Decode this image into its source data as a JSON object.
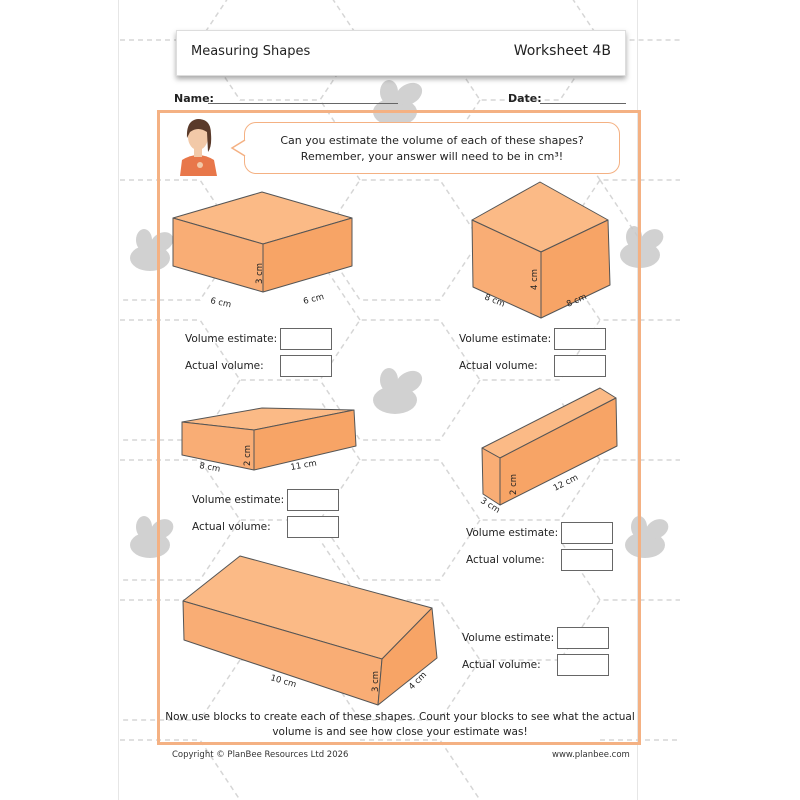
{
  "header": {
    "title": "Measuring Shapes",
    "worksheet": "Worksheet 4B"
  },
  "fields": {
    "name_label": "Name:",
    "date_label": "Date:"
  },
  "prompt": {
    "line1": "Can you estimate the volume of each of these shapes?",
    "line2": "Remember, your answer will need to be in cm³!"
  },
  "labels": {
    "volume_estimate": "Volume estimate:",
    "actual_volume": "Actual volume:"
  },
  "shapes": [
    {
      "dims": [
        "6 cm",
        "6 cm",
        "3 cm"
      ]
    },
    {
      "dims": [
        "8 cm",
        "8 cm",
        "4 cm"
      ]
    },
    {
      "dims": [
        "8 cm",
        "11 cm",
        "2 cm"
      ]
    },
    {
      "dims": [
        "3 cm",
        "12 cm",
        "2 cm"
      ]
    },
    {
      "dims": [
        "10 cm",
        "4 cm",
        "3 cm"
      ]
    }
  ],
  "instructions": {
    "line1": "Now use blocks to create each of these shapes. Count your blocks to see what the actual",
    "line2": "volume is and see how close your estimate was!"
  },
  "footer": {
    "copyright": "Copyright © PlanBee Resources Ltd 2026",
    "website": "www.planbee.com"
  },
  "colors": {
    "accent": "#f4b183",
    "shape_fill": "#f9ad75",
    "shape_top": "#fbba86"
  }
}
